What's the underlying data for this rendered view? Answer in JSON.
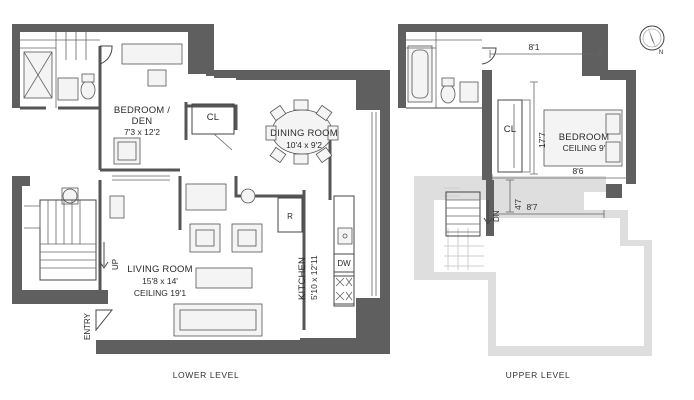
{
  "lower_level": {
    "label": "LOWER LEVEL",
    "rooms": {
      "bedroom_den": {
        "name_line1": "BEDROOM /",
        "name_line2": "DEN",
        "size": "7'3 x 12'2"
      },
      "closet": {
        "name": "CL"
      },
      "dining_room": {
        "name": "DINING ROOM",
        "size": "10'4 x 9'2"
      },
      "living_room": {
        "name": "LIVING ROOM",
        "size": "15'8 x 14'",
        "ceiling": "CEILING 19'1"
      },
      "kitchen": {
        "name": "KITCHEN",
        "size": "5'10 x 12'11"
      }
    },
    "appliances": {
      "refrigerator": "R",
      "dishwasher": "DW"
    },
    "stair_label": "UP",
    "entry_label": "ENTRY"
  },
  "upper_level": {
    "label": "UPPER LEVEL",
    "rooms": {
      "bedroom": {
        "name": "BEDROOM",
        "ceiling": "CEILING 9'"
      },
      "closet": {
        "name": "CL"
      }
    },
    "dimensions": {
      "top_width": "8'1",
      "height": "17'7",
      "middle_width": "8'6",
      "landing_height": "4'7",
      "bottom_width": "8'7"
    },
    "stair_label": "DN"
  },
  "compass": {
    "north": "N"
  },
  "colors": {
    "wall": "#5f5f5f",
    "ghost": "#dedede",
    "line": "#444444"
  }
}
